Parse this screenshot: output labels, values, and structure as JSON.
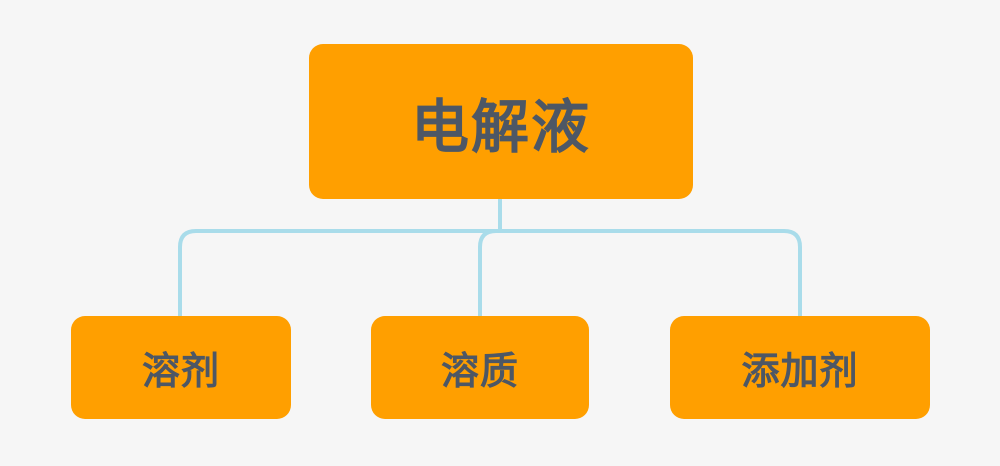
{
  "diagram": {
    "root": {
      "label": "电解液"
    },
    "children": [
      {
        "label": "溶剂"
      },
      {
        "label": "溶质"
      },
      {
        "label": "添加剂"
      }
    ]
  },
  "colors": {
    "background": "#f6f6f6",
    "node_fill": "#ff9f00",
    "node_text": "#4d5765",
    "connector": "#a9dcea"
  }
}
